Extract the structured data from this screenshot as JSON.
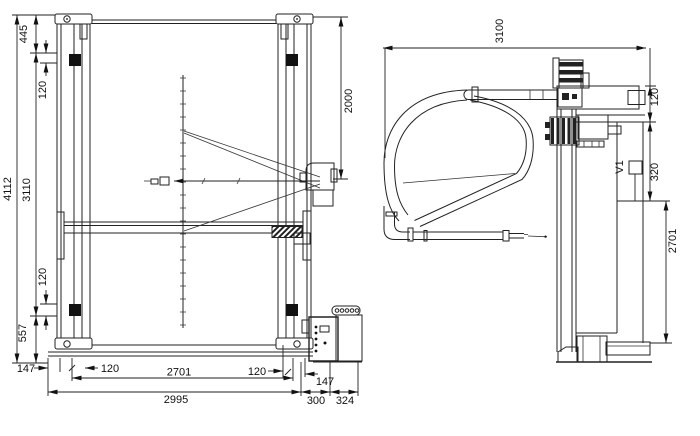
{
  "drawing": {
    "front_view": {
      "dims": {
        "overall_height": "4112",
        "rail_height": "3110",
        "top_offset": "445",
        "top_inset": "120",
        "bottom_inset": "120",
        "bottom_offset": "557",
        "foot_left": "147",
        "inset_left": "120",
        "inner_span": "2701",
        "inset_right": "120",
        "foot_right": "147",
        "overall_width": "2995",
        "box_width": "300",
        "box_depth": "324"
      }
    },
    "side_view": {
      "dims": {
        "overall_depth": "3100",
        "arm_drop": "2000",
        "head_offset": "120",
        "valve_offset": "320",
        "rail_height": "2701"
      },
      "labels": {
        "valve": "V1"
      }
    }
  }
}
